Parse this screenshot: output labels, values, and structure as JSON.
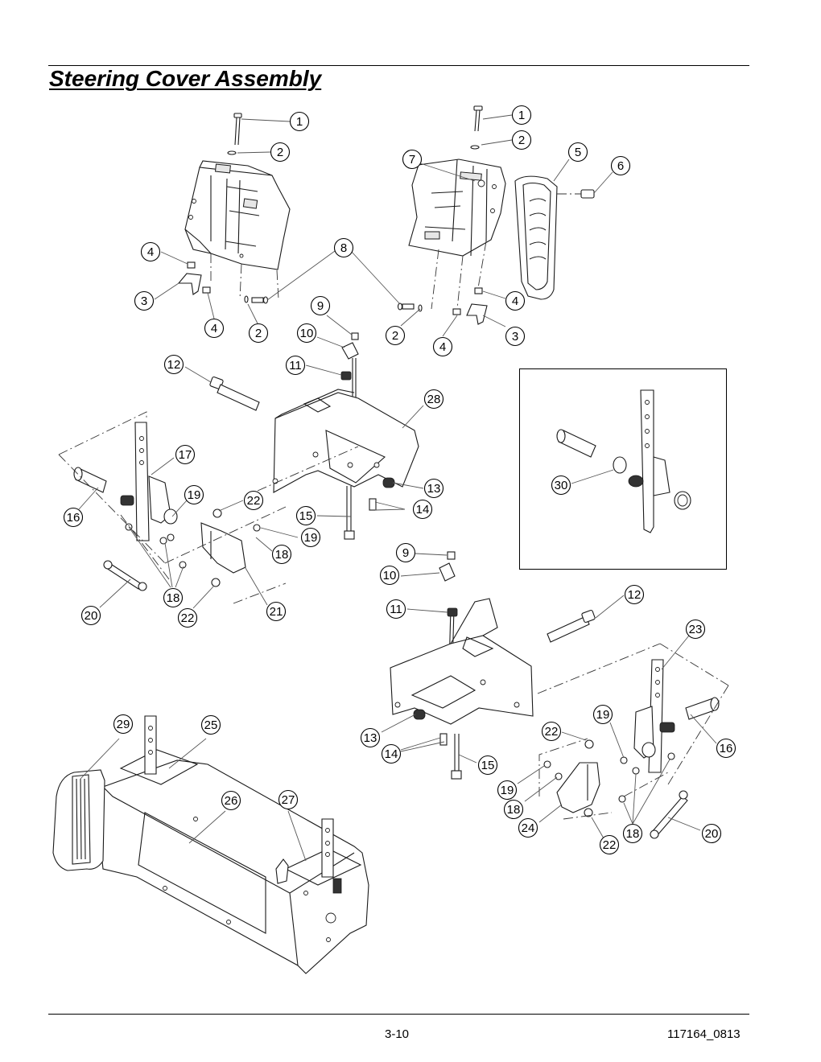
{
  "page": {
    "title": "Steering Cover Assembly",
    "page_number": "3-10",
    "doc_code": "117164_0813"
  },
  "callouts": [
    {
      "label": "1"
    },
    {
      "label": "2"
    },
    {
      "label": "4"
    },
    {
      "label": "3"
    },
    {
      "label": "4"
    },
    {
      "label": "2"
    },
    {
      "label": "8"
    },
    {
      "label": "1"
    },
    {
      "label": "2"
    },
    {
      "label": "7"
    },
    {
      "label": "5"
    },
    {
      "label": "6"
    },
    {
      "label": "4"
    },
    {
      "label": "2"
    },
    {
      "label": "4"
    },
    {
      "label": "3"
    },
    {
      "label": "9"
    },
    {
      "label": "10"
    },
    {
      "label": "11"
    },
    {
      "label": "12"
    },
    {
      "label": "28"
    },
    {
      "label": "17"
    },
    {
      "label": "16"
    },
    {
      "label": "19"
    },
    {
      "label": "22"
    },
    {
      "label": "13"
    },
    {
      "label": "14"
    },
    {
      "label": "15"
    },
    {
      "label": "19"
    },
    {
      "label": "18"
    },
    {
      "label": "18"
    },
    {
      "label": "21"
    },
    {
      "label": "20"
    },
    {
      "label": "22"
    },
    {
      "label": "30"
    },
    {
      "label": "9"
    },
    {
      "label": "10"
    },
    {
      "label": "11"
    },
    {
      "label": "12"
    },
    {
      "label": "23"
    },
    {
      "label": "19"
    },
    {
      "label": "22"
    },
    {
      "label": "16"
    },
    {
      "label": "13"
    },
    {
      "label": "14"
    },
    {
      "label": "15"
    },
    {
      "label": "19"
    },
    {
      "label": "18"
    },
    {
      "label": "24"
    },
    {
      "label": "18"
    },
    {
      "label": "20"
    },
    {
      "label": "22"
    },
    {
      "label": "29"
    },
    {
      "label": "25"
    },
    {
      "label": "26"
    },
    {
      "label": "27"
    }
  ]
}
